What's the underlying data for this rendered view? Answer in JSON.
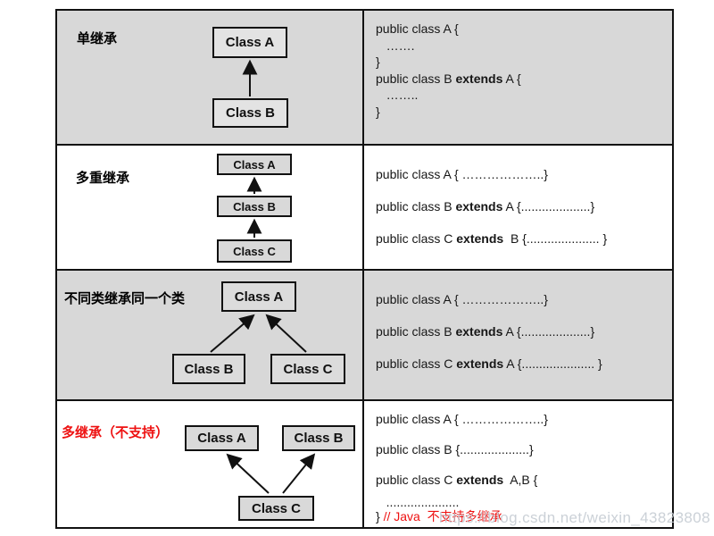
{
  "watermark": {
    "text": "https://blog.csdn.net/weixin_43823808"
  },
  "colors": {
    "cell_gray": "#d8d8d8",
    "node_fill": "#d9d9d9",
    "border": "#111111",
    "red": "#ee1111",
    "watermark": "#c3c9d1"
  },
  "rows": [
    {
      "label": "单继承",
      "nodes": [
        "Class A",
        "Class B"
      ],
      "code": [
        [
          {
            "t": "public class A {"
          }
        ],
        [
          {
            "t": "   ……."
          }
        ],
        [
          {
            "t": "}"
          }
        ],
        [
          {
            "t": "public class B "
          },
          {
            "t": "extends",
            "b": true
          },
          {
            "t": " A {"
          }
        ],
        [
          {
            "t": "   …….."
          }
        ],
        [
          {
            "t": "}"
          }
        ]
      ]
    },
    {
      "label": "多重继承",
      "nodes": [
        "Class A",
        "Class B",
        "Class C"
      ],
      "code": [
        [
          {
            "t": "public class A { ………………..}"
          }
        ],
        [
          {
            "t": "public class B "
          },
          {
            "t": "extends",
            "b": true
          },
          {
            "t": " A {....................}"
          }
        ],
        [
          {
            "t": "public class C "
          },
          {
            "t": "extends",
            "b": true
          },
          {
            "t": "  B {..................... }"
          }
        ]
      ]
    },
    {
      "label": "不同类继承同一个类",
      "nodes": [
        "Class A",
        "Class B",
        "Class C"
      ],
      "code": [
        [
          {
            "t": "public class A { ………………..}"
          }
        ],
        [
          {
            "t": "public class B "
          },
          {
            "t": "extends",
            "b": true
          },
          {
            "t": " A {....................}"
          }
        ],
        [
          {
            "t": "public class C "
          },
          {
            "t": "extends",
            "b": true
          },
          {
            "t": " A {..................... }"
          }
        ]
      ]
    },
    {
      "label": "多继承（不支持）",
      "nodes": [
        "Class A",
        "Class B",
        "Class C"
      ],
      "code": [
        [
          {
            "t": "public class A { ………………..}"
          }
        ],
        [
          {
            "t": "public class B {....................}"
          }
        ],
        [
          {
            "t": "public class C "
          },
          {
            "t": "extends",
            "b": true
          },
          {
            "t": "  A,B {"
          }
        ],
        [
          {
            "t": "   ....................."
          }
        ],
        [
          {
            "t": "} "
          },
          {
            "t": "// Java  不支持多继承",
            "c": "#ee1111"
          }
        ]
      ]
    }
  ]
}
